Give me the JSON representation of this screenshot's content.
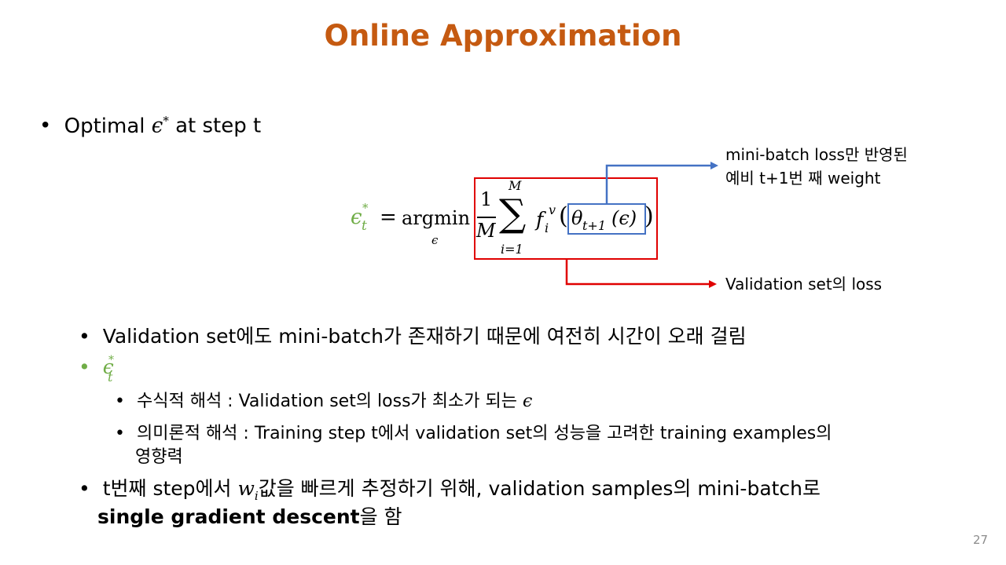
{
  "slide": {
    "title": "Online Approximation",
    "page_number": "27"
  },
  "main_bullet": {
    "bullet": "•",
    "prefix": "Optimal ",
    "symbol": "ϵ",
    "superscript": "*",
    "suffix": " at step t"
  },
  "formula": {
    "lhs_symbol": "ϵ",
    "lhs_sup": "*",
    "lhs_sub": "t",
    "equals": "=",
    "argmin": "argmin",
    "argmin_sub": "ϵ",
    "frac_num": "1",
    "frac_den": "M",
    "sum": "∑",
    "sum_upper": "M",
    "sum_lower": "i=1",
    "f": "f",
    "f_sup": "v",
    "f_sub": "i",
    "open_paren": "(",
    "theta": "θ",
    "theta_sub": "t+1",
    "theta_arg": "(ϵ)",
    "close_paren": ")"
  },
  "annotations": {
    "top_line1": "mini-batch loss만 반영된",
    "top_line2": "예비 t+1번 째 weight",
    "bottom": "Validation set의 loss"
  },
  "bullets": {
    "b1": {
      "bullet": "•",
      "text": "Validation set에도 mini-batch가 존재하기 때문에 여전히 시간이 오래 걸림"
    },
    "b2": {
      "bullet": "•",
      "symbol": "ϵ",
      "sup": "*",
      "sub": "t"
    },
    "b2a": {
      "bullet": "•",
      "text": "수식적 해석 : Validation set의 loss가 최소가 되는 ",
      "symbol": "ϵ"
    },
    "b2b": {
      "bullet": "•",
      "line1": "의미론적 해석 : Training step t에서 validation set의 성능을 고려한 training examples의",
      "line2": "영향력"
    },
    "b3": {
      "bullet": "•",
      "pre": "t번째 step에서 ",
      "w": "w",
      "w_sub": "i",
      "post": "값을 빠르게 추정하기 위해, validation samples의 mini-batch로",
      "bold": "single gradient descent",
      "end": "을 함"
    }
  },
  "colors": {
    "title": "#c55a11",
    "green": "#70ad47",
    "red": "#e00000",
    "blue": "#4472c4"
  }
}
